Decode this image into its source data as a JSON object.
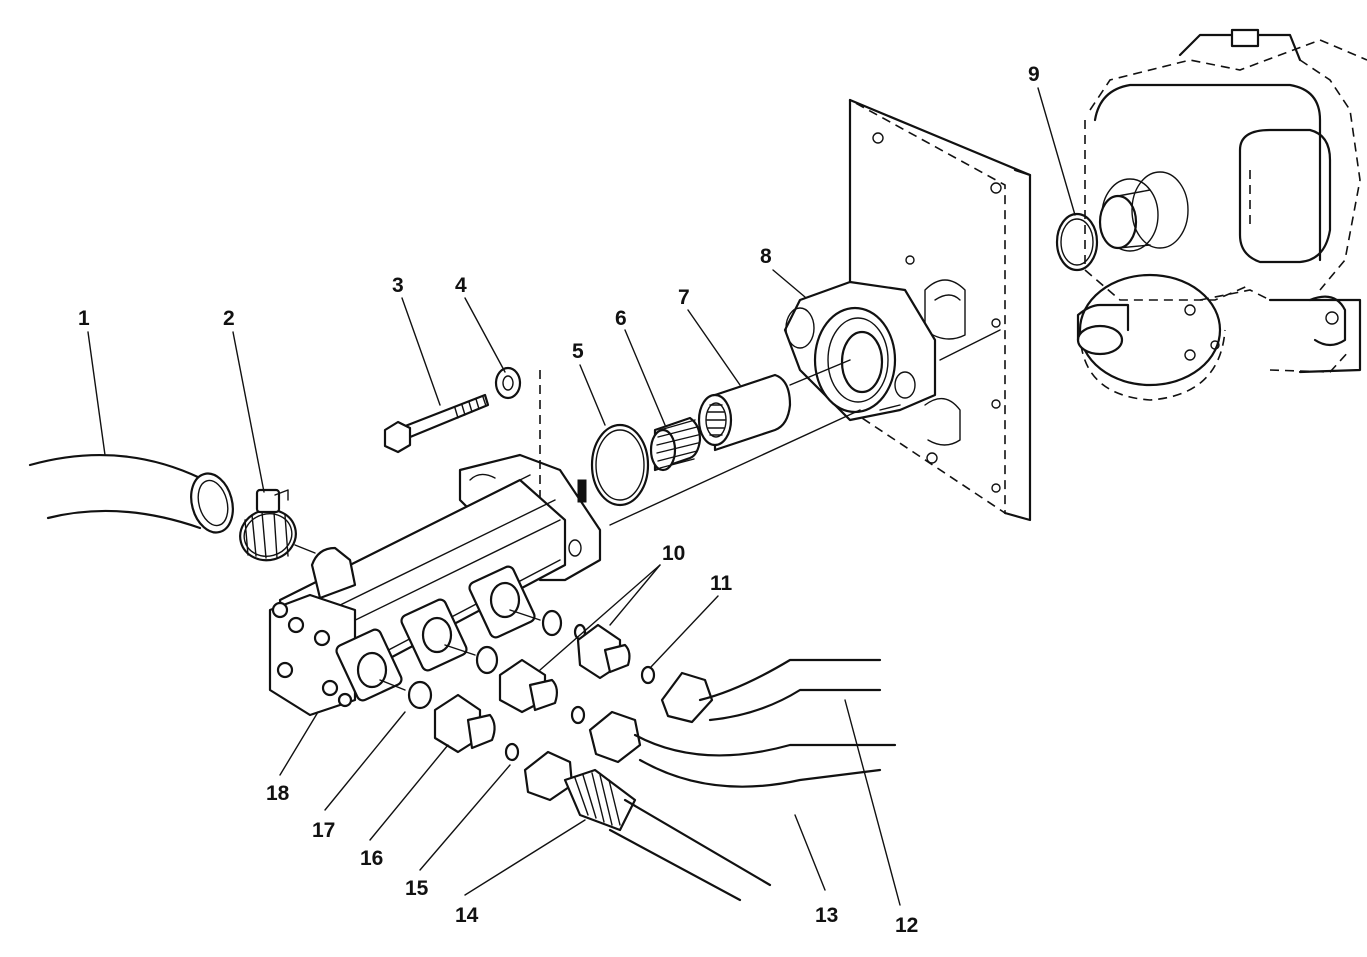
{
  "callouts": [
    {
      "id": "1",
      "text": "1"
    },
    {
      "id": "2",
      "text": "2"
    },
    {
      "id": "3",
      "text": "3"
    },
    {
      "id": "4",
      "text": "4"
    },
    {
      "id": "5",
      "text": "5"
    },
    {
      "id": "6",
      "text": "6"
    },
    {
      "id": "7",
      "text": "7"
    },
    {
      "id": "8",
      "text": "8"
    },
    {
      "id": "9",
      "text": "9"
    },
    {
      "id": "10",
      "text": "10"
    },
    {
      "id": "11",
      "text": "11"
    },
    {
      "id": "12",
      "text": "12"
    },
    {
      "id": "13",
      "text": "13"
    },
    {
      "id": "14",
      "text": "14"
    },
    {
      "id": "15",
      "text": "15"
    },
    {
      "id": "16",
      "text": "16"
    },
    {
      "id": "17",
      "text": "17"
    },
    {
      "id": "18",
      "text": "18"
    }
  ],
  "colors": {
    "line": "#111111",
    "background": "#ffffff"
  }
}
